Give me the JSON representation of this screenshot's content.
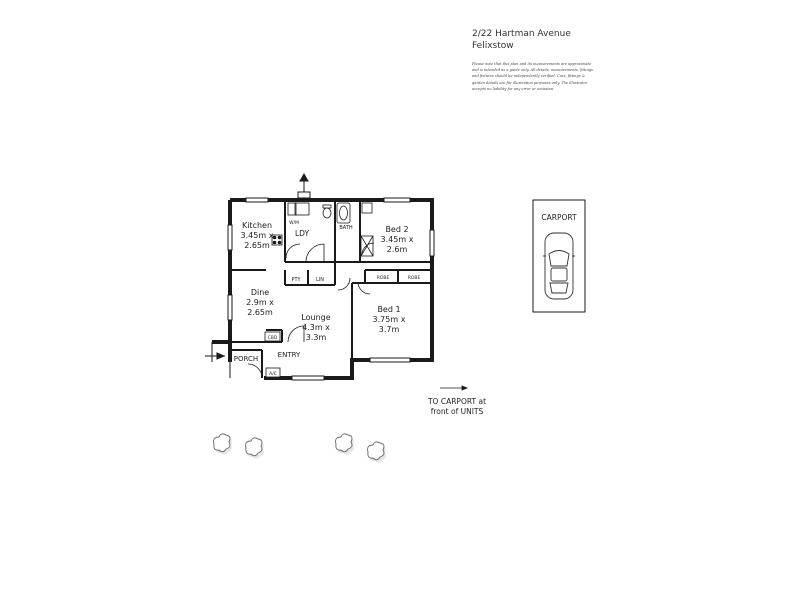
{
  "header": {
    "address_line1": "2/22 Hartman Avenue",
    "address_line2": "Felixstow",
    "disclaimer": "Please note that this plan and its measurements are approximate and is intended as a guide only. All details, measurements, fittings and fixtures should be independently verified. Cars, fittings & garden details are for illustration purposes only. The illustrator accepts no liability for any error or omission."
  },
  "rooms": {
    "kitchen": {
      "name": "Kitchen",
      "size_1": "3.45m x",
      "size_2": "2.65m"
    },
    "wm": "W/M",
    "ldy": "LDY",
    "bath": "BATH",
    "bed2": {
      "name": "Bed 2",
      "size_1": "3.45m x",
      "size_2": "2.6m"
    },
    "pty": "PTY",
    "lin": "LIN",
    "robe_1": "ROBE",
    "robe_2": "ROBE",
    "dine": {
      "name": "Dine",
      "size_1": "2.9m x",
      "size_2": "2.65m"
    },
    "lounge": {
      "name": "Lounge",
      "size_1": "4.3m x",
      "size_2": "3.3m"
    },
    "bed1": {
      "name": "Bed 1",
      "size_1": "3.75m x",
      "size_2": "3.7m"
    },
    "cbd": "CBD",
    "porch": "PORCH",
    "entry": "ENTRY",
    "ac": "A/C"
  },
  "carport": {
    "label": "CARPORT"
  },
  "carport_note": {
    "line1": "TO CARPORT at",
    "line2": "front of UNITS"
  },
  "colors": {
    "wall": "#1a1a1a",
    "text": "#222222",
    "shrub": "#888888"
  }
}
